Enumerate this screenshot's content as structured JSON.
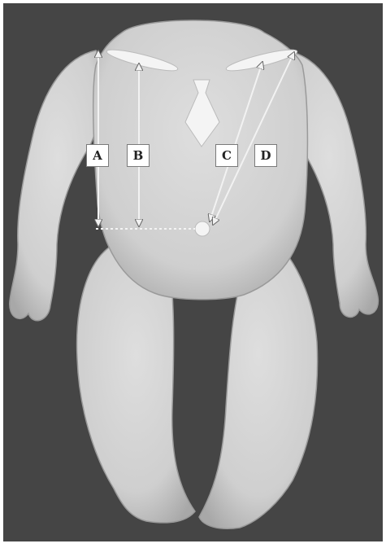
{
  "figure": {
    "subject": "doll-torso-measurement-diagram",
    "colors": {
      "background": "#454545",
      "frame": "#ffffff",
      "body": "#d3d3d3",
      "body_shadow": "#a9a9a9",
      "marker": "#f4f4f4",
      "arrow": "#f2f2f2"
    },
    "labels": {
      "a": "A",
      "b": "B",
      "c": "C",
      "d": "D"
    }
  }
}
